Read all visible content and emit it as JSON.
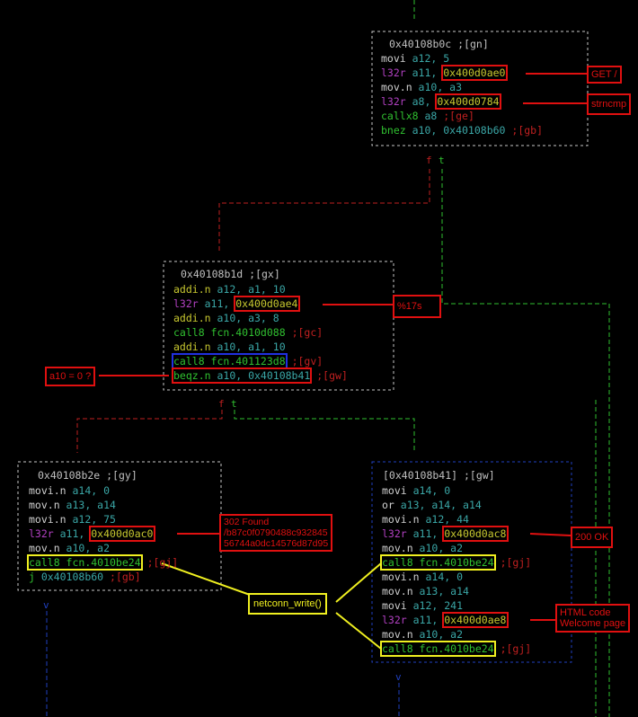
{
  "blocks": {
    "b0c": {
      "title": "0x40108b0c ;[gn]",
      "lines": [
        {
          "op": "movi ",
          "args": "a12, 5",
          "arg_color": "teal",
          "op_color": "white"
        },
        {
          "op": "l32r ",
          "args": "a11, ",
          "addr": "0x400d0ae0",
          "op_color": "mag"
        },
        {
          "op": "mov.n ",
          "args": "a10, a3",
          "op_color": "white"
        },
        {
          "op": "l32r ",
          "args": "a8, ",
          "addr": "0x400d0784",
          "op_color": "mag"
        },
        {
          "op": "callx8 ",
          "args": "a8",
          "comment": " ;[ge]",
          "op_color": "grn"
        },
        {
          "op": "bnez ",
          "args": "a10, 0x40108b60",
          "comment": " ;[gb]",
          "op_color": "grn"
        }
      ]
    },
    "b1d": {
      "title": "0x40108b1d ;[gx]",
      "lines": [
        {
          "op": "addi.n ",
          "args": "a12, a1, 10"
        },
        {
          "op": "l32r ",
          "args": "a11, ",
          "addr": "0x400d0ae4"
        },
        {
          "op": "addi.n ",
          "args": "a10, a3, 8"
        },
        {
          "op": "call8 ",
          "args": "fcn.4010d088",
          "comment": " ;[gc]"
        },
        {
          "op": "addi.n ",
          "args": "a10, a1, 10"
        },
        {
          "op": "call8 ",
          "args": "fcn.401123d8",
          "comment": " ;[gv]"
        },
        {
          "op": "beqz.n ",
          "args": "a10, 0x40108b41",
          "comment": " ;[gw]"
        }
      ]
    },
    "b2e": {
      "title": "0x40108b2e ;[gy]",
      "lines": [
        {
          "op": "movi.n ",
          "args": "a14, 0"
        },
        {
          "op": "mov.n ",
          "args": "a13, a14"
        },
        {
          "op": "movi.n ",
          "args": "a12, 75"
        },
        {
          "op": "l32r ",
          "args": "a11, ",
          "addr": "0x400d0ac0"
        },
        {
          "op": "mov.n ",
          "args": "a10, a2"
        },
        {
          "op": "call8 ",
          "args": "fcn.4010be24",
          "comment": " ;[gj]"
        },
        {
          "op": "j ",
          "args": "0x40108b60",
          "comment": " ;[gb]"
        }
      ]
    },
    "b41": {
      "title": "[0x40108b41] ;[gw]",
      "lines": [
        {
          "op": "movi ",
          "args": "a14, 0"
        },
        {
          "op": "or ",
          "args": "a13, a14, a14"
        },
        {
          "op": "movi.n ",
          "args": "a12, 44"
        },
        {
          "op": "l32r ",
          "args": "a11, ",
          "addr": "0x400d0ac8"
        },
        {
          "op": "mov.n ",
          "args": "a10, a2"
        },
        {
          "op": "call8 ",
          "args": "fcn.4010be24",
          "comment": " ;[gj]"
        },
        {
          "op": "movi.n ",
          "args": "a14, 0"
        },
        {
          "op": "mov.n ",
          "args": "a13, a14"
        },
        {
          "op": "movi ",
          "args": "a12, 241"
        },
        {
          "op": "l32r ",
          "args": "a11, ",
          "addr": "0x400d0ae8"
        },
        {
          "op": "mov.n ",
          "args": "a10, a2"
        },
        {
          "op": "call8 ",
          "args": "fcn.4010be24",
          "comment": " ;[gj]"
        }
      ]
    }
  },
  "annotations": {
    "get": "GET /",
    "strncmp": "strncmp",
    "fmt": "%17s",
    "a10zero": "a10 = 0 ?",
    "found302": "302 Found\n/b87c0f0790488c932845\n56744a0dc14576d87d95",
    "ok200": "200 OK",
    "html": "HTML code\nWelcome page",
    "netconn": "netconn_write()"
  },
  "edge_labels": {
    "f": "f",
    "t": "t",
    "arrow": "v"
  }
}
